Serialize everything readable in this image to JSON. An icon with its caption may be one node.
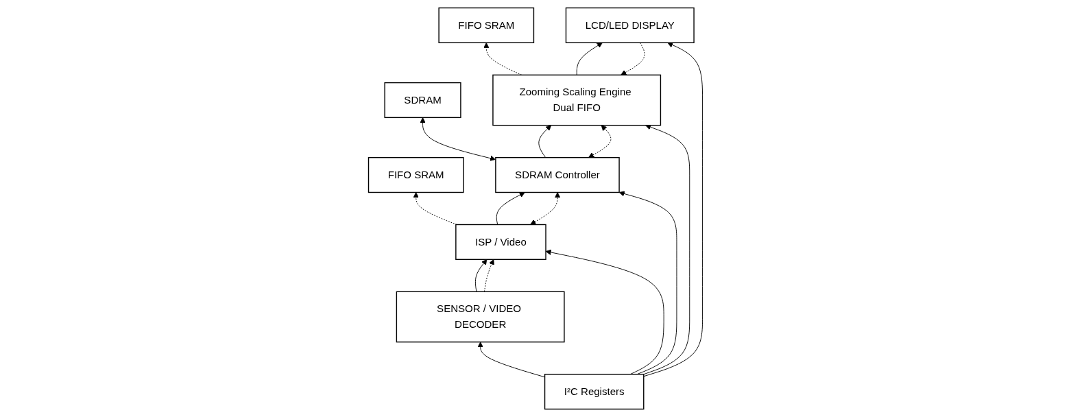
{
  "diagram": {
    "nodes": [
      {
        "text": [
          "FIFO SRAM"
        ]
      },
      {
        "text": [
          "SDRAM"
        ]
      },
      {
        "text": [
          "FIFO SRAM"
        ]
      },
      {
        "text": [
          "SENSOR / VIDEO DECODER"
        ]
      },
      {
        "text": [
          "ISP / Video"
        ]
      },
      {
        "text": [
          "SDRAM Controller"
        ]
      },
      {
        "text": [
          "Zooming Scaling Engine Dual FIFO"
        ]
      },
      {
        "text": [
          "LCD/LED DISPLAY"
        ]
      },
      {
        "text": [
          "I²C Registers"
        ]
      }
    ],
    "edges": [
      {
        "from": 4,
        "to": 0,
        "arrow": "to",
        "style": "dashed"
      },
      {
        "from": 5,
        "to": 1,
        "arrow": "both"
      },
      {
        "from": 6,
        "to": 2,
        "arrow": "to",
        "style": "dashed"
      },
      {
        "from": 3,
        "to": 4,
        "arrow": "to"
      },
      {
        "from": 3,
        "to": 4,
        "arrow": "to",
        "style": "dashed"
      },
      {
        "from": 4,
        "to": 5,
        "arrow": "to"
      },
      {
        "from": 4,
        "to": 5,
        "arrow": "both",
        "style": "dashed"
      },
      {
        "from": 5,
        "to": 6,
        "arrow": "to"
      },
      {
        "from": 5,
        "to": 6,
        "arrow": "both",
        "style": "dashed"
      },
      {
        "from": 6,
        "to": 7,
        "arrow": "to"
      },
      {
        "from": 7,
        "to": 6,
        "arrow": "to",
        "style": "dashed"
      },
      {
        "from": 8,
        "to": 3,
        "arrow": "to"
      },
      {
        "from": 8,
        "to": 4,
        "arrow": "to"
      },
      {
        "from": 8,
        "to": 5,
        "arrow": "to"
      },
      {
        "from": 8,
        "to": 6,
        "arrow": "to"
      },
      {
        "from": 8,
        "to": 7,
        "arrow": "to"
      }
    ]
  }
}
